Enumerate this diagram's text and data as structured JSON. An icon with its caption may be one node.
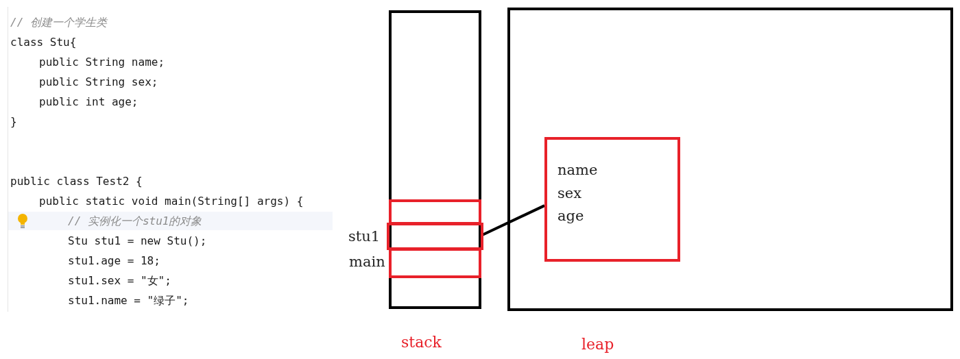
{
  "diagram": {
    "nodes": [
      {
        "text": [],
        "shape": "box",
        "beside": [
          "stack"
        ]
      },
      {
        "text": [],
        "shape": "box",
        "beside": [
          "leap"
        ]
      },
      {
        "text": [],
        "shape": "box",
        "in": 0
      },
      {
        "text": [
          "stu1"
        ],
        "in": 0
      },
      {
        "text": [
          "main"
        ],
        "in": 0
      },
      {
        "text": [
          "name",
          "sex",
          "age"
        ],
        "in": 1
      }
    ],
    "edges": [
      {
        "from": 3,
        "to": 5,
        "arrow": "none"
      }
    ],
    "labels": [
      "// 创建一个学生类",
      "class Stu{",
      "public String name;",
      "public String sex;",
      "public int age;",
      "}",
      "public class Test2 {",
      "public static void main(String[] args) {",
      "// 实例化一个stu1的对象",
      "Stu stu1 = new Stu();",
      "stu1.age = 18;",
      "stu1.sex = \"女\";",
      "stu1.name = \"绿子\";"
    ]
  }
}
